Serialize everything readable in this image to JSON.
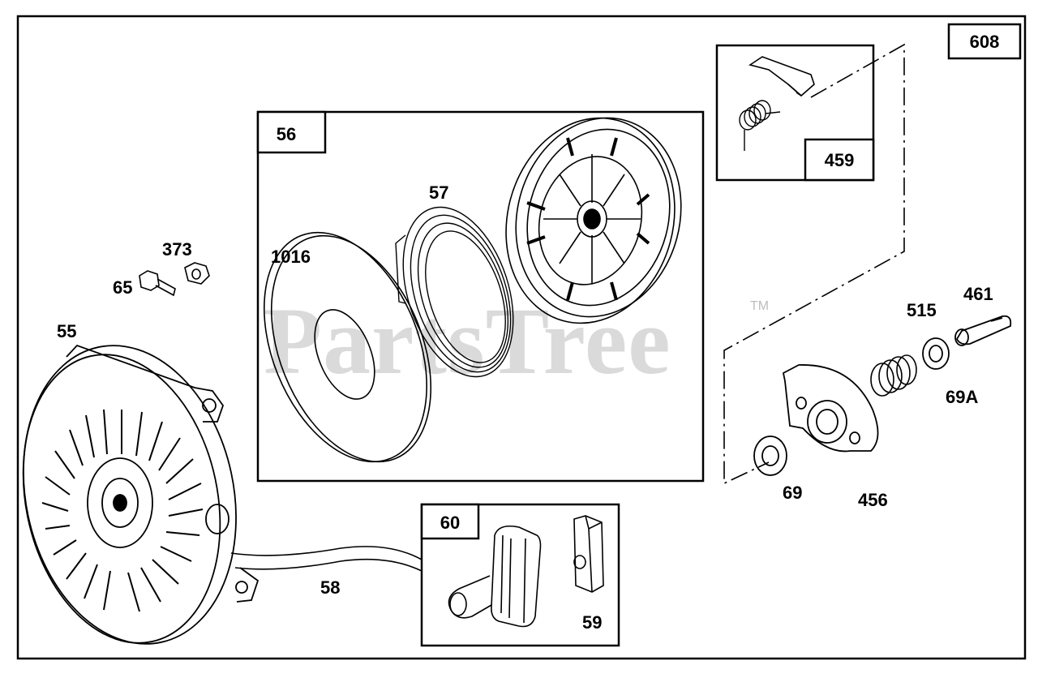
{
  "diagram": {
    "assembly_number": "608",
    "watermark": "PartsTree",
    "trademark": "TM",
    "groups": [
      {
        "id": "56",
        "label": "56"
      },
      {
        "id": "459",
        "label": "459"
      },
      {
        "id": "60",
        "label": "60"
      }
    ],
    "parts": [
      {
        "id": "55",
        "label": "55"
      },
      {
        "id": "65",
        "label": "65"
      },
      {
        "id": "373",
        "label": "373"
      },
      {
        "id": "1016",
        "label": "1016"
      },
      {
        "id": "57",
        "label": "57"
      },
      {
        "id": "58",
        "label": "58"
      },
      {
        "id": "59",
        "label": "59"
      },
      {
        "id": "69",
        "label": "69"
      },
      {
        "id": "69A",
        "label": "69A"
      },
      {
        "id": "456",
        "label": "456"
      },
      {
        "id": "461",
        "label": "461"
      },
      {
        "id": "515",
        "label": "515"
      }
    ]
  }
}
